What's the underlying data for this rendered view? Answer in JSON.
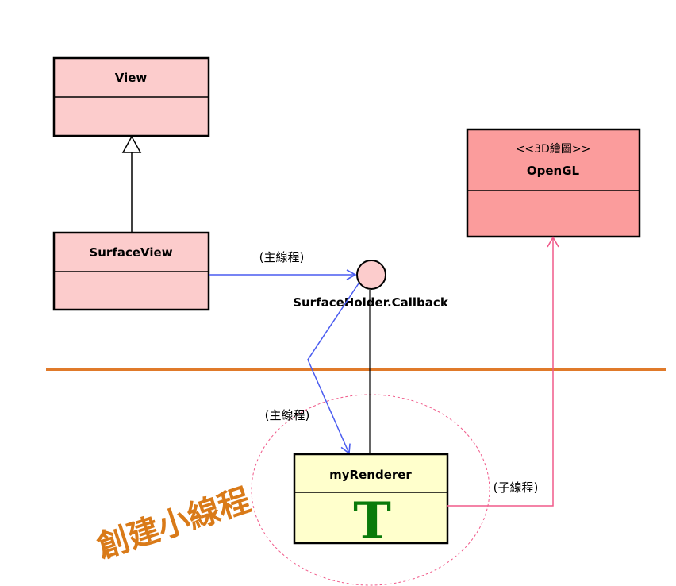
{
  "classes": {
    "view": {
      "name": "View"
    },
    "surface_view": {
      "name": "SurfaceView"
    },
    "opengl": {
      "stereotype": "<<3D繪圖>>",
      "name": "OpenGL"
    },
    "my_renderer": {
      "name": "myRenderer",
      "thread_marker": "T"
    }
  },
  "interface": {
    "name": "SurfaceHolder.Callback"
  },
  "labels": {
    "main_thread_1": "(主線程)",
    "main_thread_2": "(主線程)",
    "child_thread": "(子線程)"
  },
  "annotation": {
    "text": "創建小線程"
  },
  "colors": {
    "class_fill": "#fccccc",
    "opengl_fill": "#fb9c9c",
    "renderer_fill": "#ffffcc",
    "divider": "#e07a2a",
    "blue_arrow": "#4a5cf0",
    "pink_arrow": "#f05a8a",
    "annotation": "#d97a18",
    "thread_marker": "#0a7a0a"
  }
}
